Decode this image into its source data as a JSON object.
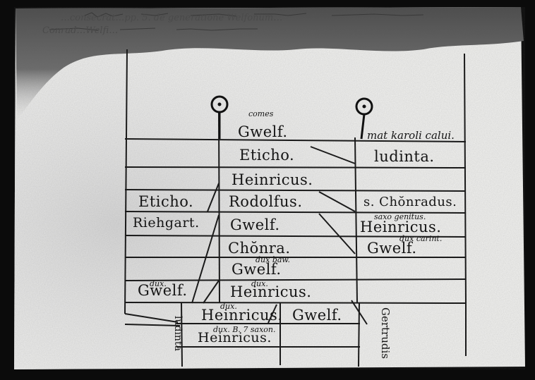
{
  "header_scrawl": {
    "line1": "…consecrat…pp. 5. de generatione Welfonum…",
    "line2": "Conrad…Welfi…"
  },
  "roundel_marks": {
    "left": "⊙",
    "right": "⊙"
  },
  "center_column": {
    "title": "comes",
    "row1": "Gwelf.",
    "row2": "Eticho.",
    "row3": "Heinricus.",
    "row4": "Rodolfus.",
    "row5": "Gwelf.",
    "row6": "Chŏnra.",
    "row7_title": "dux baw.",
    "row7": "Gwelf.",
    "row8_title": "dux.",
    "row8": "Heinricus."
  },
  "right_column": {
    "row1": "mat karoli calui.",
    "row2": "ludinta.",
    "row4": "s. Chŏnradus.",
    "row5_title": "saxo genitus.",
    "row5": "Heinricus.",
    "row6_title": "dux carint.",
    "row6": "Gwelf."
  },
  "left_column": {
    "row4": "Eticho.",
    "row5": "Riehgart.",
    "row8_title": "dux.",
    "row8": "Gwelf."
  },
  "lower_branch": {
    "left_title": "dux.",
    "left": "Heinricus.",
    "right": "Gwelf.",
    "bottom_title": "dux. B. 7 saxon.",
    "bottom": "Heinricus.",
    "vertical_left": "ludinta",
    "vertical_right": "Gertrudis"
  }
}
